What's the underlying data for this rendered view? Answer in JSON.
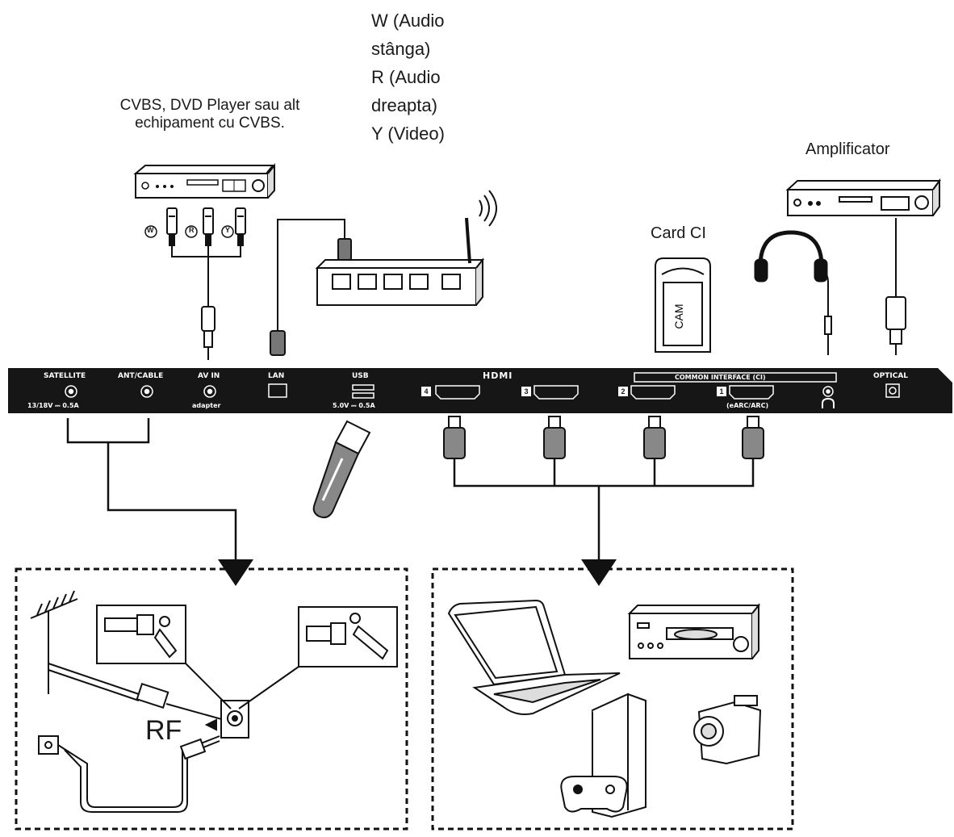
{
  "labels": {
    "cvbs_line1": "CVBS, DVD Player sau alt",
    "cvbs_line2": "echipament cu CVBS.",
    "audio_lines": [
      "W (Audio",
      "stânga)",
      "R (Audio",
      "dreapta)",
      "Y (Video)"
    ],
    "amplifier": "Amplificator",
    "card_ci": "Card CI",
    "cam": "CAM",
    "rf": "RF",
    "rca_w": "W",
    "rca_r": "R",
    "rca_y": "Y"
  },
  "panel": {
    "satellite": "SATELLITE",
    "satellite_power": "13/18V ⎓ 0.5A",
    "ant_cable": "ANT/CABLE",
    "av_in": "AV IN",
    "av_adapter": "adapter",
    "lan": "LAN",
    "usb": "USB",
    "usb_power": "5.0V ⎓ 0.5A",
    "hdmi_logo": "HDMI",
    "hdmi_ports": [
      "4",
      "3",
      "2",
      "1"
    ],
    "earc": "(eARC/ARC)",
    "common_interface": "COMMON INTERFACE (CI)",
    "optical": "OPTICAL"
  },
  "colors": {
    "panel_bg": "#161616",
    "line": "#111111",
    "text": "#1a1a1a"
  }
}
